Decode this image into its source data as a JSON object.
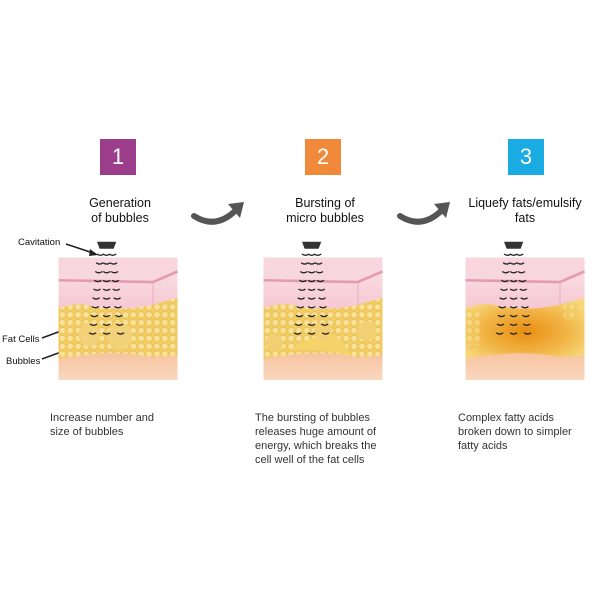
{
  "steps": [
    {
      "number": "1",
      "color": "#9b3d8b",
      "title_line1": "Generation",
      "title_line2": "of bubbles",
      "description": [
        "Increase number and",
        "size of bubbles"
      ]
    },
    {
      "number": "2",
      "color": "#f0893a",
      "title_line1": "Bursting of",
      "title_line2": "micro bubbles",
      "description": [
        "The bursting of bubbles",
        "releases huge amount of",
        "energy, which breaks the",
        "cell well of the fat cells"
      ]
    },
    {
      "number": "3",
      "color": "#1aabe3",
      "title_line1": "Liquefy fats/emulsify",
      "title_line2": "fats",
      "description": [
        "Complex fatty acids",
        "broken down to simpler",
        "fatty acids"
      ]
    }
  ],
  "labels": {
    "cavitation": "Cavitation",
    "fat_cells": "Fat Cells",
    "bubbles": "Bubbles"
  },
  "icons": {
    "arrow": "curved-arrow-right-icon",
    "transducer": "ultrasound-transducer-icon"
  },
  "colors": {
    "arrow": "#555555",
    "skin_top": "#f6c9d3",
    "skin_mid": "#efb0c2",
    "fat": "#f2cf6a",
    "fat_light": "#f8e3a0",
    "muscle": "#f6b995",
    "liquefied": "#e9951f"
  }
}
